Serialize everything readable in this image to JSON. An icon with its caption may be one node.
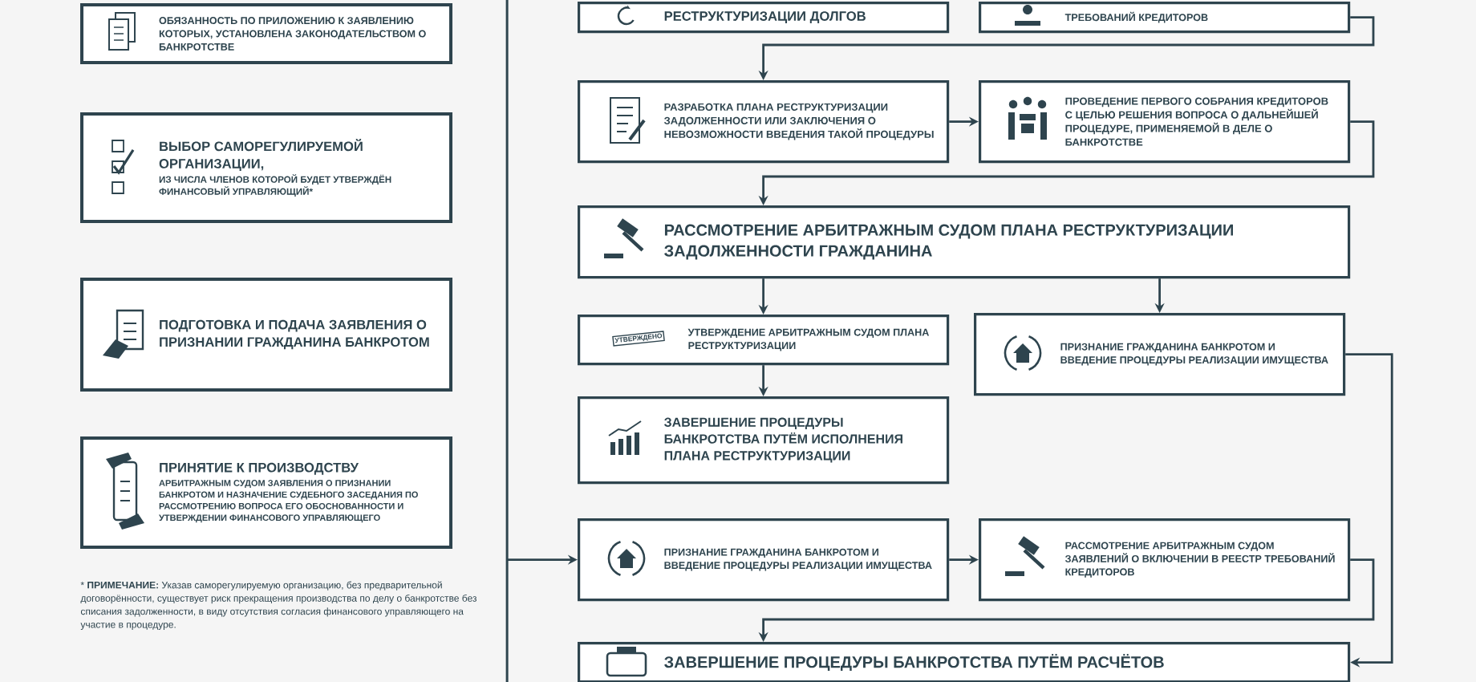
{
  "diagram": {
    "nodes": [
      {
        "text": [
          "ОБЯЗАННОСТЬ ПО ПРИЛОЖЕНИЮ К ЗАЯВЛЕНИЮ КОТОРЫХ, УСТАНОВЛЕНА ЗАКОНОДАТЕЛЬСТВОМ О БАНКРОТСТВЕ"
        ]
      },
      {
        "text": [
          "ВЫБОР САМОРЕГУЛИРУЕМОЙ ОРГАНИЗАЦИИ,",
          "ИЗ ЧИСЛА ЧЛЕНОВ КОТОРОЙ БУДЕТ УТВЕРЖДЁН ФИНАНСОВЫЙ УПРАВЛЯЮЩИЙ*"
        ]
      },
      {
        "text": [
          "ПОДГОТОВКА И ПОДАЧА ЗАЯВЛЕНИЯ О ПРИЗНАНИИ ГРАЖДАНИНА БАНКРОТОМ"
        ]
      },
      {
        "text": [
          "ПРИНЯТИЕ К ПРОИЗВОДСТВУ",
          "АРБИТРАЖНЫМ СУДОМ ЗАЯВЛЕНИЯ О ПРИЗНАНИИ БАНКРОТОМ И НАЗНАЧЕНИЕ СУДЕБНОГО ЗАСЕДАНИЯ ПО РАССМОТРЕНИЮ ВОПРОСА ЕГО ОБОСНОВАННОСТИ И УТВЕРЖДЕНИИ ФИНАНСОВОГО УПРАВЛЯЮЩЕГО"
        ]
      },
      {
        "text": [
          "РЕСТРУКТУРИЗАЦИИ ДОЛГОВ"
        ]
      },
      {
        "text": [
          "ТРЕБОВАНИЙ КРЕДИТОРОВ"
        ]
      },
      {
        "text": [
          "РАЗРАБОТКА ПЛАНА РЕСТРУКТУРИЗАЦИИ ЗАДОЛЖЕННОСТИ ИЛИ ЗАКЛЮЧЕНИЯ О НЕВОЗМОЖНОСТИ ВВЕДЕНИЯ ТАКОЙ ПРОЦЕДУРЫ"
        ]
      },
      {
        "text": [
          "ПРОВЕДЕНИЕ ПЕРВОГО СОБРАНИЯ КРЕДИТОРОВ С ЦЕЛЬЮ РЕШЕНИЯ ВОПРОСА О ДАЛЬНЕЙШЕЙ ПРОЦЕДУРЕ, ПРИМЕНЯЕМОЙ В ДЕЛЕ О БАНКРОТСТВЕ"
        ]
      },
      {
        "text": [
          "РАССМОТРЕНИЕ АРБИТРАЖНЫМ СУДОМ ПЛАНА РЕСТРУКТУРИЗАЦИИ ЗАДОЛЖЕННОСТИ ГРАЖДАНИНА"
        ]
      },
      {
        "text": [
          "УТВЕРЖДЕНИЕ АРБИТРАЖНЫМ СУДОМ ПЛАНА РЕСТРУКТУРИЗАЦИИ"
        ]
      },
      {
        "text": [
          "ПРИЗНАНИЕ ГРАЖДАНИНА БАНКРОТОМ И ВВЕДЕНИЕ ПРОЦЕДУРЫ РЕАЛИЗАЦИИ ИМУЩЕСТВА"
        ]
      },
      {
        "text": [
          "ЗАВЕРШЕНИЕ ПРОЦЕДУРЫ БАНКРОТСТВА ПУТЁМ ИСПОЛНЕНИЯ ПЛАНА РЕСТРУКТУРИЗАЦИИ"
        ]
      },
      {
        "text": [
          "ПРИЗНАНИЕ ГРАЖДАНИНА БАНКРОТОМ И ВВЕДЕНИЕ ПРОЦЕДУРЫ РЕАЛИЗАЦИИ ИМУЩЕСТВА"
        ]
      },
      {
        "text": [
          "РАССМОТРЕНИЕ АРБИТРАЖНЫМ СУДОМ ЗАЯВЛЕНИЙ О ВКЛЮЧЕНИИ В РЕЕСТР ТРЕБОВАНИЙ КРЕДИТОРОВ"
        ]
      },
      {
        "text": [
          "ЗАВЕРШЕНИЕ ПРОЦЕДУРЫ БАНКРОТСТВА ПУТЁМ РАСЧЁТОВ"
        ]
      }
    ],
    "edges": [
      {
        "from": 5,
        "to": 6,
        "arrow": "to"
      },
      {
        "from": 6,
        "to": 7,
        "arrow": "to"
      },
      {
        "from": 7,
        "to": 8,
        "arrow": "to"
      },
      {
        "from": 8,
        "to": 9,
        "arrow": "to"
      },
      {
        "from": 8,
        "to": 10,
        "arrow": "to"
      },
      {
        "from": 9,
        "to": 11,
        "arrow": "to"
      },
      {
        "from": 10,
        "to": 14,
        "arrow": "to"
      },
      {
        "from": null,
        "to": 12,
        "arrow": "to"
      },
      {
        "from": 12,
        "to": 13,
        "arrow": "to"
      },
      {
        "from": 13,
        "to": 14,
        "arrow": "to"
      }
    ],
    "labels": [
      "УТВЕРЖДЕНО",
      "* **ПРИМЕЧАНИЕ:** Указав саморегулируемую организацию, без предварительной договорённости, существует риск прекращения производства по делу о банкротстве без списания задолженности, в виду отсутствия согласия финансового управляющего на участие в процедуре."
    ]
  }
}
